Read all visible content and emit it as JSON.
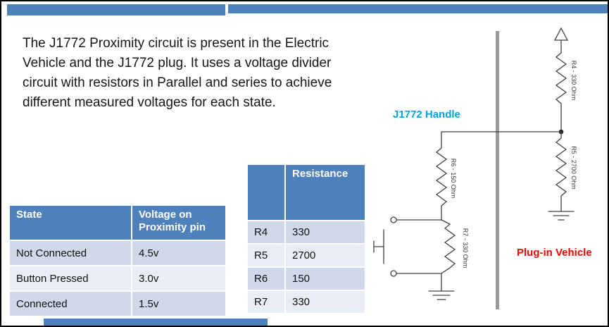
{
  "slide": {
    "intro_text": "The J1772 Proximity circuit is present in the Electric Vehicle and the J1772 plug. It uses a voltage divider circuit with resistors in Parallel and series to achieve different measured voltages for each state."
  },
  "state_table": {
    "headers": [
      "State",
      "Voltage on Proximity pin"
    ],
    "rows": [
      {
        "state": "Not Connected",
        "voltage": "4.5v"
      },
      {
        "state": "Button Pressed",
        "voltage": "3.0v"
      },
      {
        "state": "Connected",
        "voltage": "1.5v"
      }
    ]
  },
  "resistance_table": {
    "header": "Resistance",
    "rows": [
      {
        "name": "R4",
        "value": "330"
      },
      {
        "name": "R5",
        "value": "2700"
      },
      {
        "name": "R6",
        "value": "150"
      },
      {
        "name": "R7",
        "value": "330"
      }
    ]
  },
  "diagram": {
    "handle_label": "J1772 Handle",
    "vehicle_label": "Plug-in Vehicle",
    "resistor_labels": {
      "r4": "R4 - 330 Ohm",
      "r5": "R5 - 2700 Ohm",
      "r6": "R6 - 150 Ohm",
      "r7": "R7 - 330 Ohm"
    }
  },
  "colors": {
    "accent_blue": "#4f81bd",
    "row_shade_dark": "#cfd9ea",
    "row_shade_light": "#e9eef6",
    "handle_label_blue": "#00a2e8",
    "vehicle_label_red": "#ff0000",
    "divider_gray": "#9a9a9a"
  }
}
